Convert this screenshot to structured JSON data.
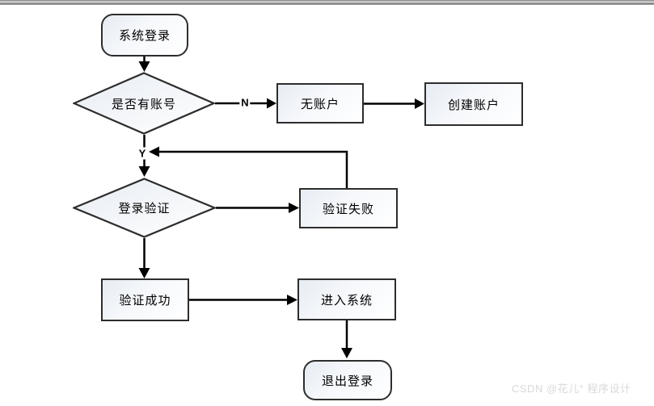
{
  "page": {
    "background": "#ffffff",
    "top_border_colors": [
      "#9c9c9c",
      "#8d8d8d"
    ]
  },
  "watermark": {
    "text": "CSDN @花儿° 程序设计",
    "color": "#d9d9d9"
  },
  "flowchart": {
    "type": "flowchart",
    "nodes": [
      {
        "id": "start",
        "shape": "terminator",
        "label": "系统登录"
      },
      {
        "id": "has-account",
        "shape": "decision",
        "label": "是否有账号"
      },
      {
        "id": "no-account",
        "shape": "process",
        "label": "无账户"
      },
      {
        "id": "create-account",
        "shape": "process",
        "label": "创建账户"
      },
      {
        "id": "login-verify",
        "shape": "decision",
        "label": "登录验证"
      },
      {
        "id": "verify-fail",
        "shape": "process",
        "label": "验证失败"
      },
      {
        "id": "verify-success",
        "shape": "process",
        "label": "验证成功"
      },
      {
        "id": "enter-system",
        "shape": "process",
        "label": "进入系统"
      },
      {
        "id": "logout",
        "shape": "terminator",
        "label": "退出登录"
      }
    ],
    "edges": [
      {
        "from": "start",
        "to": "has-account",
        "label": ""
      },
      {
        "from": "has-account",
        "to": "no-account",
        "label": "N"
      },
      {
        "from": "no-account",
        "to": "create-account",
        "label": ""
      },
      {
        "from": "has-account",
        "to": "login-verify",
        "label": "Y"
      },
      {
        "from": "login-verify",
        "to": "verify-fail",
        "label": ""
      },
      {
        "from": "verify-fail",
        "to": "login-verify",
        "label": "",
        "note": "feedback loop rejoining Y branch"
      },
      {
        "from": "login-verify",
        "to": "verify-success",
        "label": ""
      },
      {
        "from": "verify-success",
        "to": "enter-system",
        "label": ""
      },
      {
        "from": "enter-system",
        "to": "logout",
        "label": ""
      }
    ],
    "colors": {
      "node_border": "#2d2d2d",
      "node_fill_start": "#e7ecf3",
      "node_fill_end": "#ffffff",
      "connector": "#000000",
      "text": "#000000"
    }
  }
}
